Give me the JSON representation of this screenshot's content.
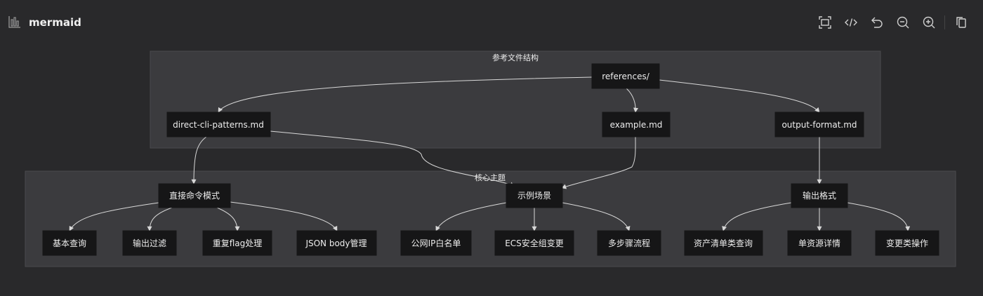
{
  "app": {
    "title": "mermaid",
    "icon": "bar-chart-icon"
  },
  "toolbar": [
    {
      "name": "fit-view-icon"
    },
    {
      "name": "code-icon"
    },
    {
      "name": "undo-icon"
    },
    {
      "name": "zoom-out-icon"
    },
    {
      "name": "zoom-in-icon"
    },
    {
      "name": "copy-icon"
    }
  ],
  "diagram": {
    "clusters": [
      {
        "id": "c1",
        "label": "参考文件结构"
      },
      {
        "id": "c2",
        "label": "核心主题"
      }
    ],
    "nodes": [
      {
        "id": "ref",
        "label": "references/"
      },
      {
        "id": "dcp",
        "label": "direct-cli-patterns.md"
      },
      {
        "id": "ex",
        "label": "example.md"
      },
      {
        "id": "of",
        "label": "output-format.md"
      },
      {
        "id": "zj",
        "label": "直接命令模式"
      },
      {
        "id": "sl",
        "label": "示例场景"
      },
      {
        "id": "sc",
        "label": "输出格式"
      },
      {
        "id": "a1",
        "label": "基本查询"
      },
      {
        "id": "a2",
        "label": "输出过滤"
      },
      {
        "id": "a3",
        "label": "重复flag处理"
      },
      {
        "id": "a4",
        "label": "JSON body管理"
      },
      {
        "id": "b1",
        "label": "公网IP白名单"
      },
      {
        "id": "b2",
        "label": "ECS安全组变更"
      },
      {
        "id": "b3",
        "label": "多步骤流程"
      },
      {
        "id": "d1",
        "label": "资产清单类查询"
      },
      {
        "id": "d2",
        "label": "单资源详情"
      },
      {
        "id": "d3",
        "label": "变更类操作"
      }
    ],
    "edges": [
      {
        "from": "ref",
        "to": "dcp"
      },
      {
        "from": "ref",
        "to": "ex"
      },
      {
        "from": "ref",
        "to": "of"
      },
      {
        "from": "dcp",
        "to": "zj"
      },
      {
        "from": "dcp",
        "to": "sl"
      },
      {
        "from": "ex",
        "to": "sl"
      },
      {
        "from": "of",
        "to": "sc"
      },
      {
        "from": "zj",
        "to": "a1"
      },
      {
        "from": "zj",
        "to": "a2"
      },
      {
        "from": "zj",
        "to": "a3"
      },
      {
        "from": "zj",
        "to": "a4"
      },
      {
        "from": "sl",
        "to": "b1"
      },
      {
        "from": "sl",
        "to": "b2"
      },
      {
        "from": "sl",
        "to": "b3"
      },
      {
        "from": "sc",
        "to": "d1"
      },
      {
        "from": "sc",
        "to": "d2"
      },
      {
        "from": "sc",
        "to": "d3"
      }
    ]
  }
}
